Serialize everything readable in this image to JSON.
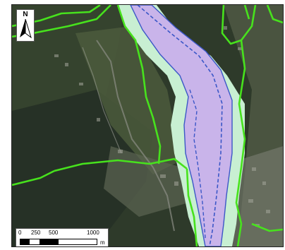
{
  "map": {
    "title": "",
    "north_label": "N",
    "scale": {
      "ticks": [
        "0",
        "250",
        "500",
        "1000"
      ],
      "unit": "m"
    },
    "colors": {
      "imagery_base": "#2f3a2a",
      "buffer_fill": "#c8efd2",
      "channel_fill": "#c9b4ea",
      "boundary_line": "#47e21d",
      "channel_outline": "#3b57c7"
    },
    "layers": [
      "satellite-imagery",
      "outer-buffer-zone",
      "river-channel",
      "channel-centerline-dashed",
      "municipal-boundaries"
    ]
  }
}
